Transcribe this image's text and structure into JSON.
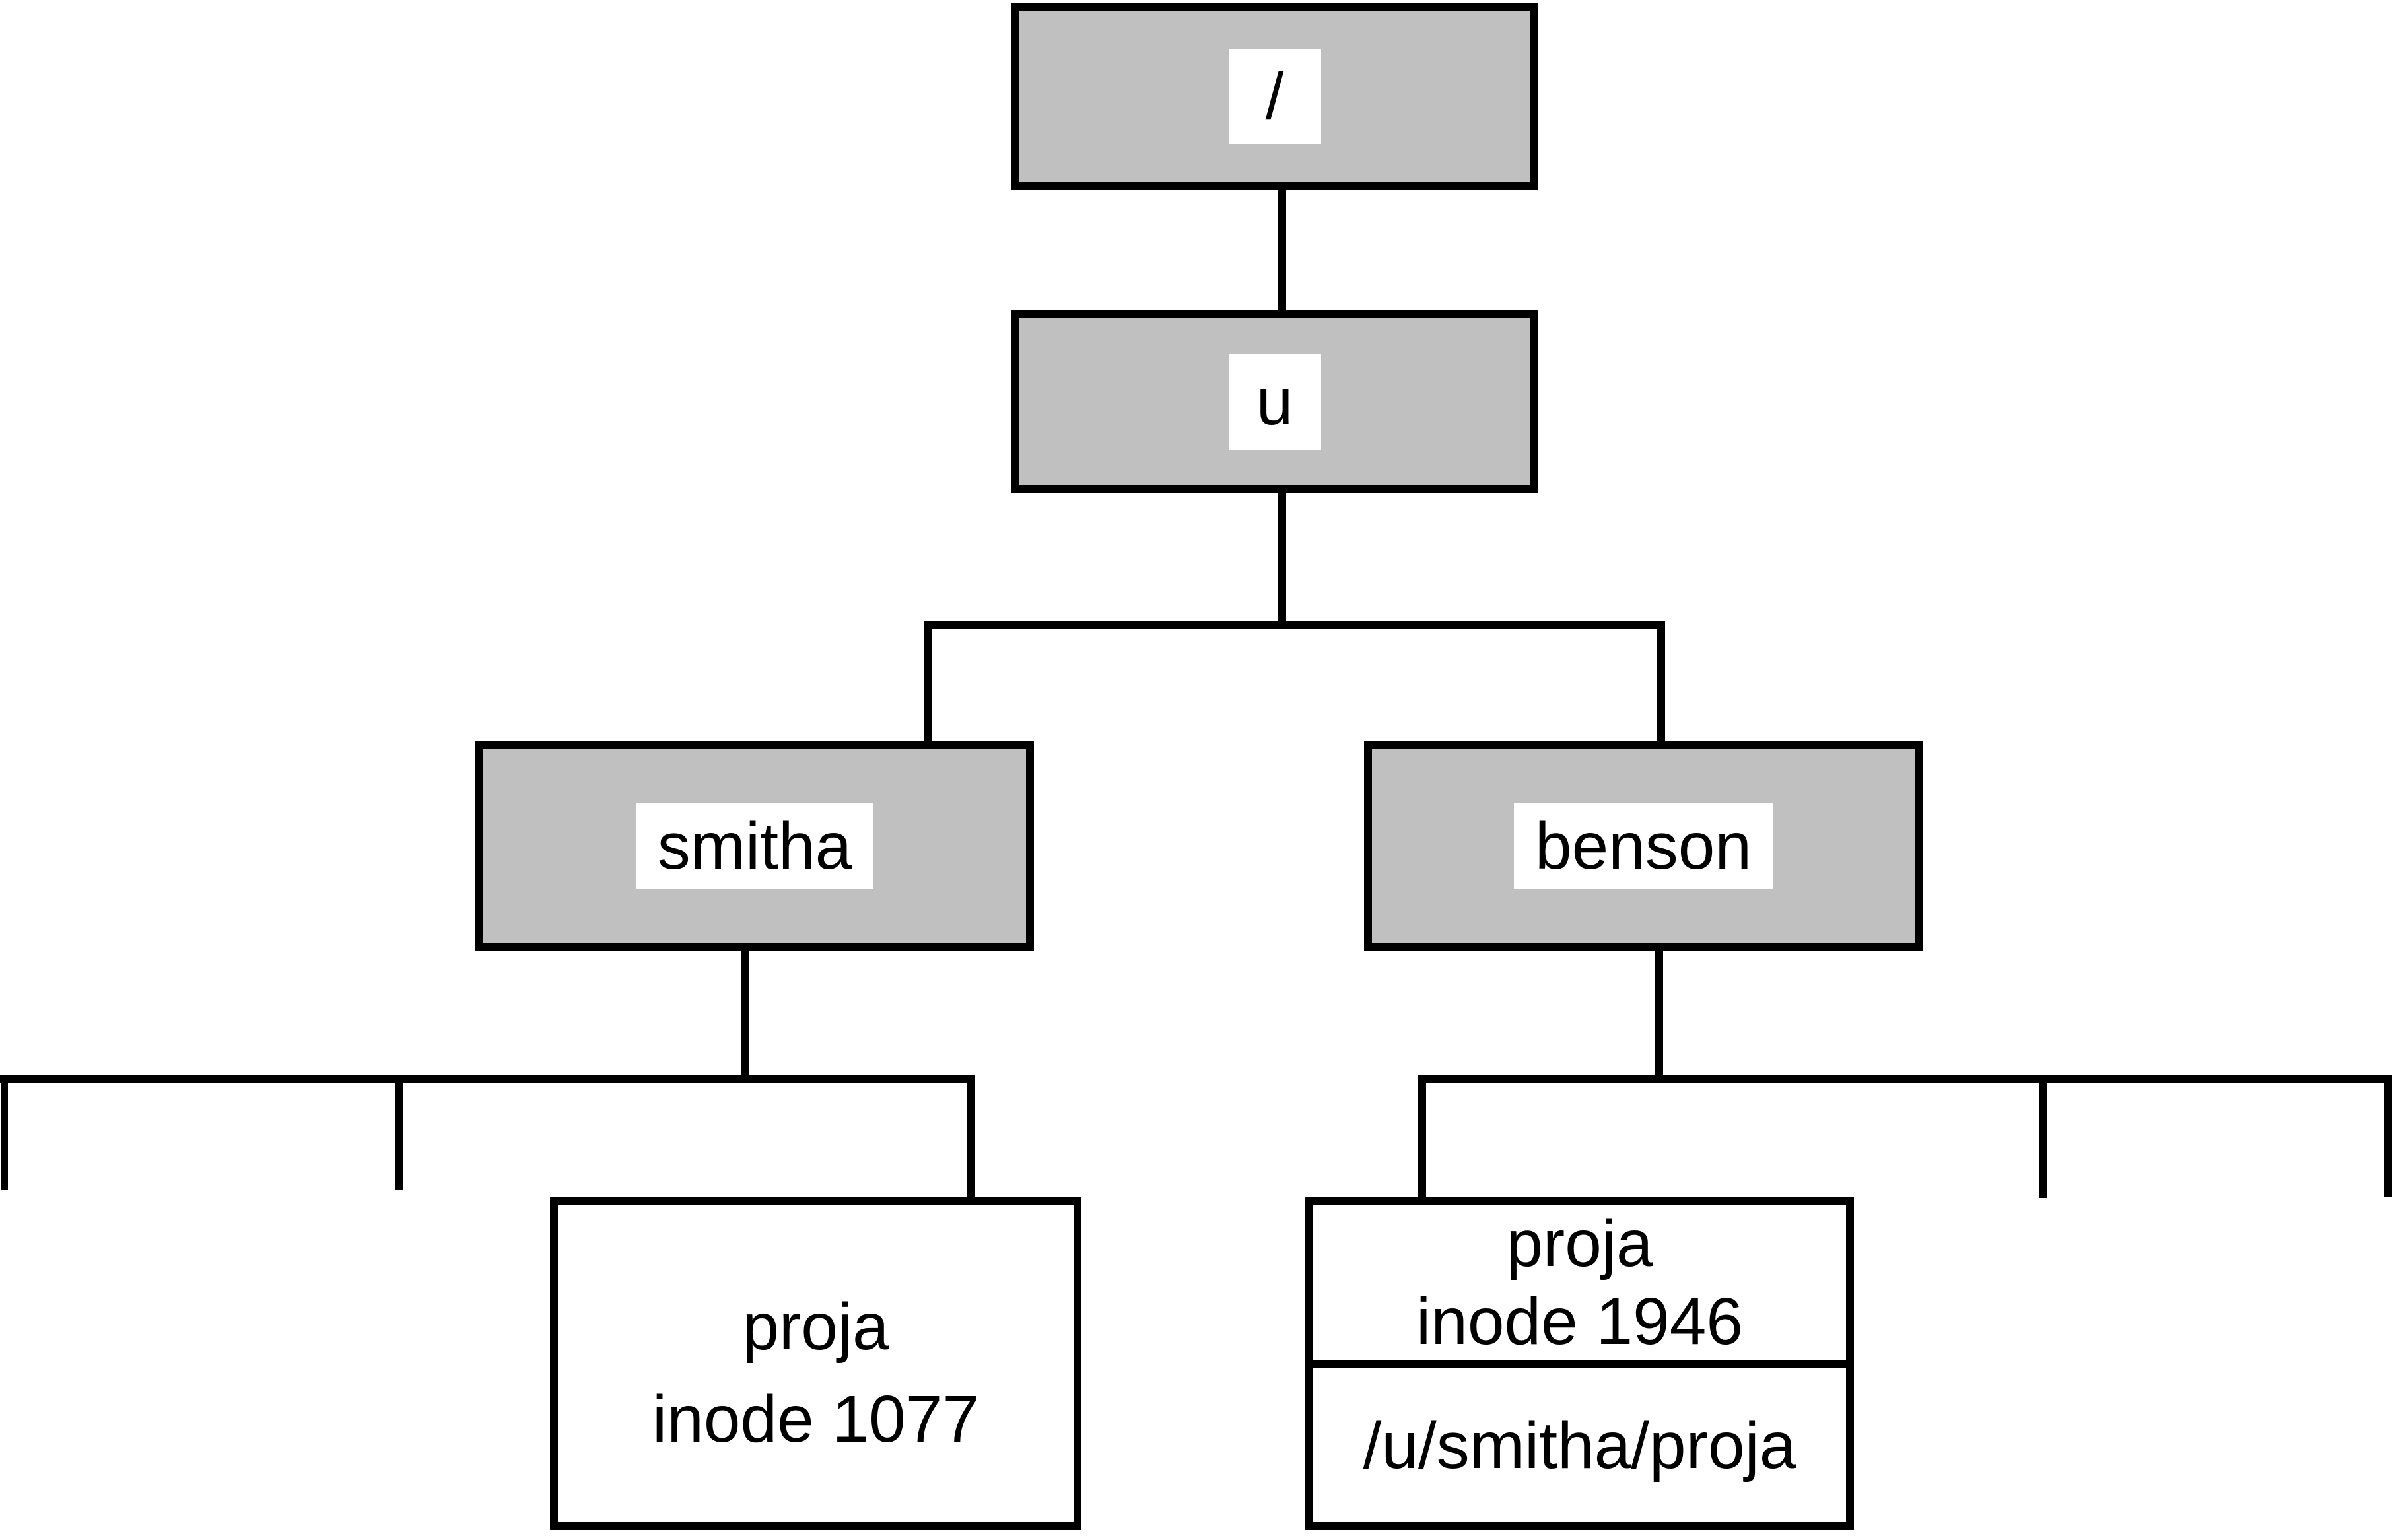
{
  "diagram": {
    "description": "filesystem-directory-tree",
    "nodes": {
      "root": {
        "label": "/"
      },
      "u": {
        "label": "u"
      },
      "smitha": {
        "label": "smitha"
      },
      "benson": {
        "label": "benson"
      },
      "proja_smitha": {
        "name": "proja",
        "inode": "inode 1077"
      },
      "proja_benson": {
        "name": "proja",
        "inode": "inode 1946",
        "link_target": "/u/smitha/proja"
      }
    },
    "colors": {
      "node_fill": "#c0c0c0",
      "node_border": "#000000",
      "line": "#000000",
      "label_bg": "#ffffff",
      "page_bg": "#ffffff"
    }
  }
}
